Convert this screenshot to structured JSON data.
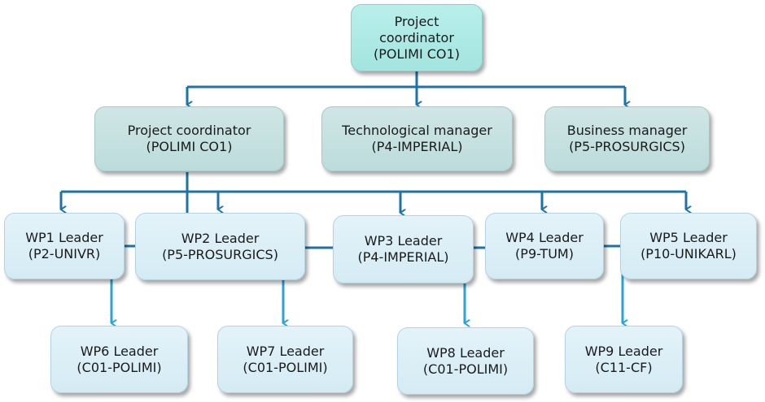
{
  "colors": {
    "connector": "#1c73a8",
    "wp_connector": "#2ba3d8",
    "top_fill": "#a8e8e3",
    "mid_fill": "#c6e1e0",
    "wp_fill": "#dbeef6"
  },
  "root": {
    "line1": "Project",
    "line2": "coordinator",
    "line3": "(POLIMI CO1)"
  },
  "managers": [
    {
      "title": "Project coordinator",
      "org": "(POLIMI CO1)"
    },
    {
      "title": "Technological manager",
      "org": "(P4-IMPERIAL)"
    },
    {
      "title": "Business manager",
      "org": "(P5-PROSURGICS)"
    }
  ],
  "wp_row1": [
    {
      "title": "WP1 Leader",
      "org": "(P2-UNIVR)"
    },
    {
      "title": "WP2 Leader",
      "org": "(P5-PROSURGICS)"
    },
    {
      "title": "WP3 Leader",
      "org": "(P4-IMPERIAL)"
    },
    {
      "title": "WP4 Leader",
      "org": "(P9-TUM)"
    },
    {
      "title": "WP5 Leader",
      "org": "(P10-UNIKARL)"
    }
  ],
  "wp_row2": [
    {
      "title": "WP6 Leader",
      "org": "(C01-POLIMI)"
    },
    {
      "title": "WP7 Leader",
      "org": "(C01-POLIMI)"
    },
    {
      "title": "WP8 Leader",
      "org": "(C01-POLIMI)"
    },
    {
      "title": "WP9 Leader",
      "org": "(C11-CF)"
    }
  ]
}
